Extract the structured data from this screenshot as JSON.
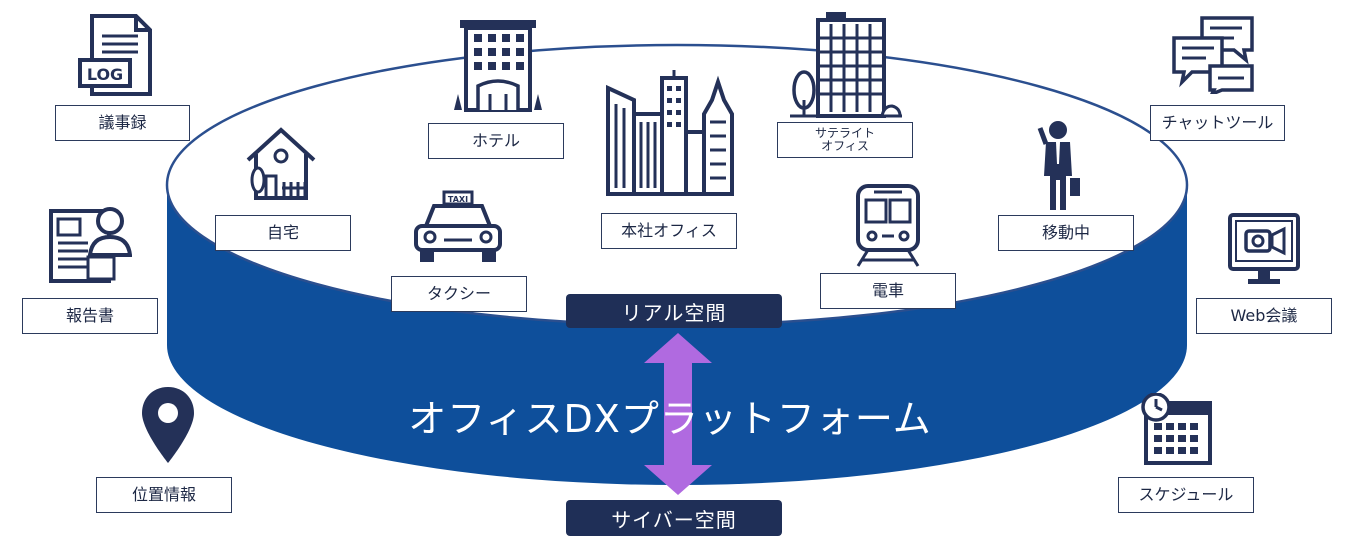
{
  "platform": {
    "title": "オフィスDXプラットフォーム",
    "real_space": "リアル空間",
    "cyber_space": "サイバー空間"
  },
  "colors": {
    "platform_blue": "#0e4f9b",
    "navy": "#1f2f57",
    "arrow_purple": "#b06ae0",
    "icon_navy": "#243158"
  },
  "locations": {
    "home": "自宅",
    "hotel": "ホテル",
    "taxi": "タクシー",
    "head_office": "本社オフィス",
    "satellite_line1": "サテライト",
    "satellite_line2": "オフィス",
    "train": "電車",
    "moving": "移動中"
  },
  "services": {
    "minutes": "議事録",
    "report": "報告書",
    "location_info": "位置情報",
    "chat_tool": "チャットツール",
    "web_meeting": "Web会議",
    "schedule": "スケジュール"
  },
  "icons": {
    "log_label": "LOG",
    "taxi_label": "TAXI",
    "names": [
      "log-document-icon",
      "report-icon",
      "map-pin-icon",
      "chat-icon",
      "video-call-icon",
      "calendar-icon",
      "house-icon",
      "hotel-icon",
      "taxi-icon",
      "city-buildings-icon",
      "office-building-icon",
      "train-icon",
      "businessman-icon"
    ]
  }
}
